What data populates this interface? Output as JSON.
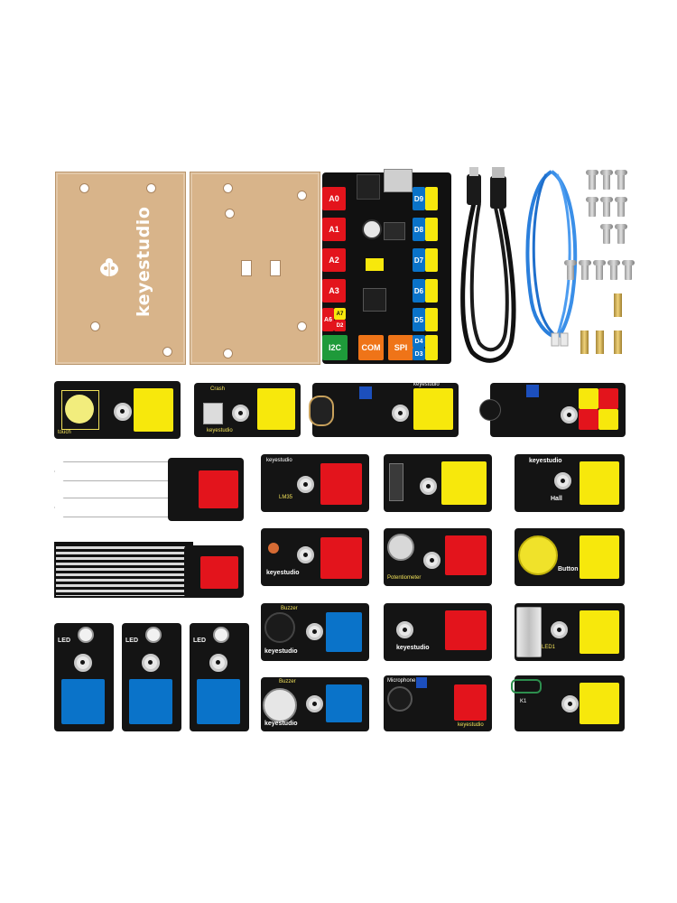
{
  "plate_brand": "keyestudio",
  "board_ports": {
    "left": [
      "A0",
      "A1",
      "A2",
      "A3"
    ],
    "left_small": [
      "A6",
      "A7",
      "D2"
    ],
    "bottom": [
      "I2C",
      "COM",
      "SPI"
    ],
    "right": [
      "D9",
      "D8",
      "D7",
      "D6",
      "D5"
    ],
    "right_small": [
      "D4",
      "D3"
    ]
  },
  "module_labels": {
    "touch": "touch",
    "crash": "Crash",
    "hall": "Hall",
    "lm35": "LM35",
    "potentiometer": "Potentiometer",
    "button": "Button",
    "buzzer1": "Buzzer",
    "buzzer2": "Buzzer",
    "microphone": "Microphone",
    "led": "LED",
    "led_alt": "LED1",
    "k1": "K1"
  },
  "brand_print": "keyestudio",
  "colors": {
    "plate": "#d8b48a",
    "red": "#e3141c",
    "yellow": "#f7e80c",
    "blue": "#0a73c9",
    "green": "#1e9a3a",
    "orange": "#ef7418"
  }
}
